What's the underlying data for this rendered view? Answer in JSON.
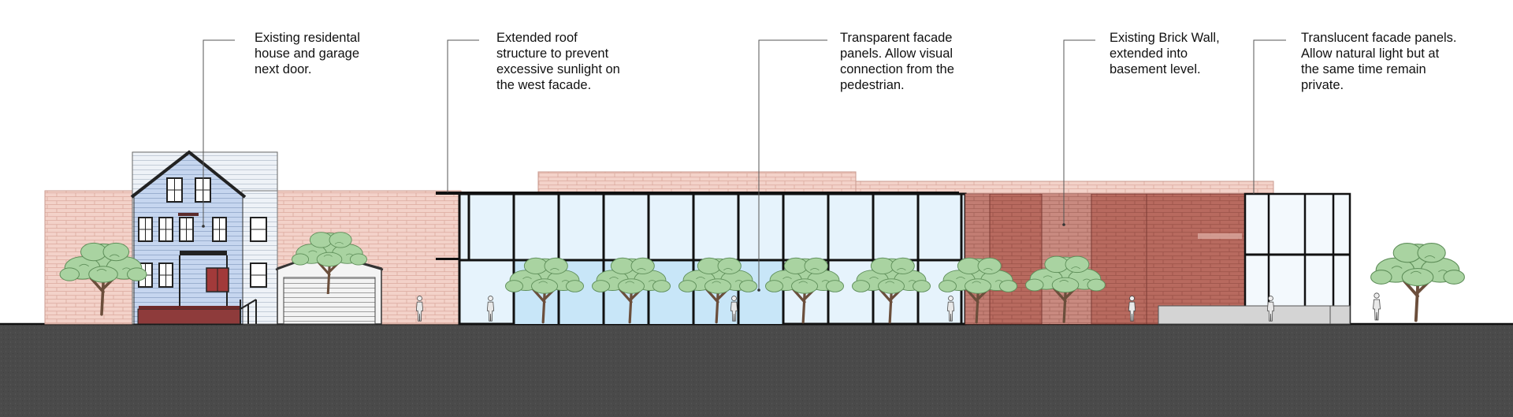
{
  "annotations": [
    {
      "id": "residential",
      "lines": [
        "Existing residental",
        "house and garage",
        "next door."
      ]
    },
    {
      "id": "roof",
      "lines": [
        "Extended roof",
        "structure to prevent",
        "excessive sunlight on",
        "the west facade."
      ]
    },
    {
      "id": "transparent",
      "lines": [
        "Transparent facade",
        "panels. Allow visual",
        "connection from the",
        "pedestrian."
      ]
    },
    {
      "id": "brick",
      "lines": [
        "Existing Brick Wall,",
        "extended into",
        "basement level."
      ]
    },
    {
      "id": "translucent",
      "lines": [
        "Translucent facade panels.",
        "Allow natural light but at",
        "the same time remain",
        "private."
      ]
    }
  ],
  "colors": {
    "ground": "#4a4a4a",
    "brick_light": "#f3d2c9",
    "brick_dark": "#b86a5f",
    "glass": "#e6f3fc",
    "glass_tint": "#c8e6f8",
    "house": "#c6d6ef",
    "tree": "#a9d3a1",
    "trunk": "#6b4e3b"
  },
  "icons": [
    "tree-icon",
    "person-icon"
  ]
}
